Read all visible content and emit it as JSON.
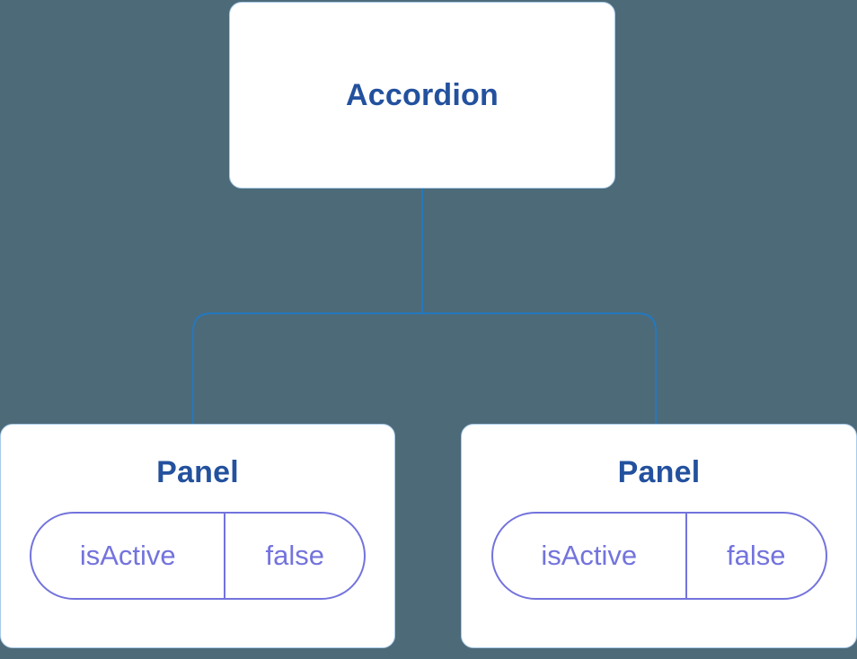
{
  "colors": {
    "bg": "#4d6a79",
    "line": "#2478be",
    "node_border": "#a9cbe8",
    "node_text": "#23519e",
    "pill": "#7373dd"
  },
  "tree": {
    "root": {
      "label": "Accordion"
    },
    "children": [
      {
        "label": "Panel",
        "state": {
          "key": "isActive",
          "value": "false"
        }
      },
      {
        "label": "Panel",
        "state": {
          "key": "isActive",
          "value": "false"
        }
      }
    ]
  }
}
